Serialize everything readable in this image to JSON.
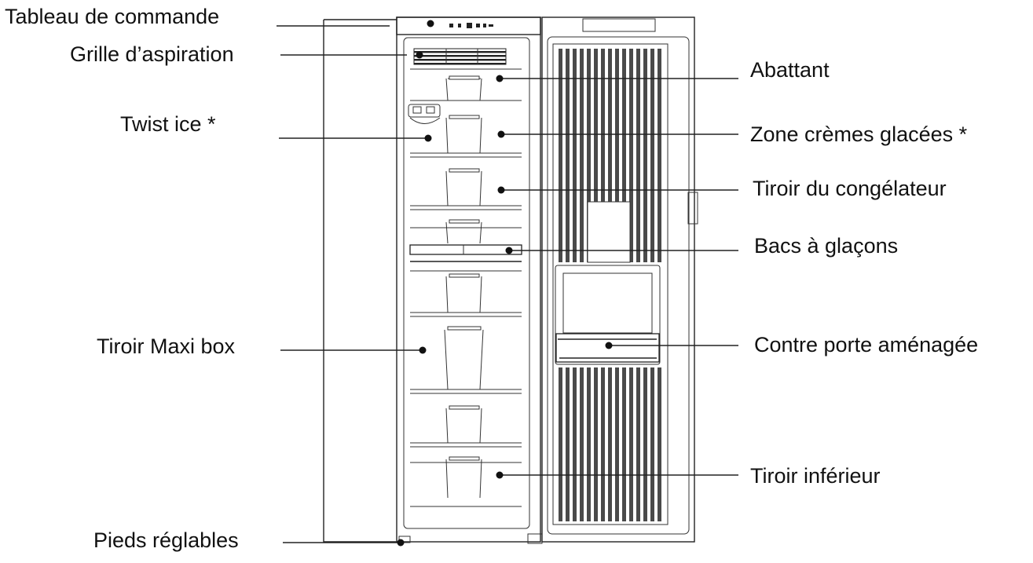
{
  "labels": {
    "tableau": "Tableau de commande",
    "grille": "Grille d’aspiration",
    "twist": "Twist ice *",
    "maxi": "Tiroir Maxi box",
    "pieds": "Pieds réglables",
    "abattant": "Abattant",
    "zone": "Zone crèmes glacées *",
    "tiroir_cong": "Tiroir du congélateur",
    "bacs": "Bacs à glaçons",
    "contre": "Contre porte aménagée",
    "inferieur": "Tiroir inférieur"
  }
}
